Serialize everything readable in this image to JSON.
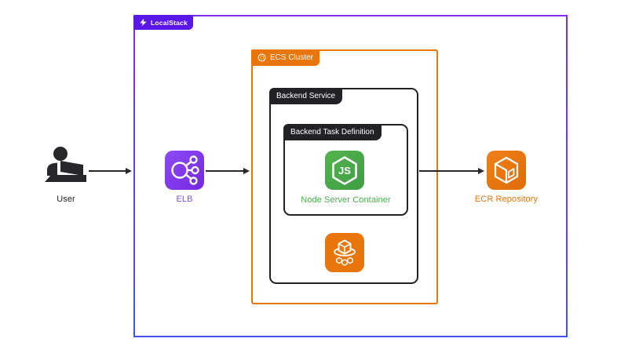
{
  "localstack": {
    "label": "LocalStack"
  },
  "groups": {
    "ecs_cluster": {
      "label": "ECS Cluster"
    },
    "backend_service": {
      "label": "Backend Service"
    },
    "backend_task_definition": {
      "label": "Backend Task Definition"
    }
  },
  "nodes": {
    "user": {
      "label": "User"
    },
    "elb": {
      "label": "ELB"
    },
    "node_container": {
      "label": "Node Server Container"
    },
    "ecr": {
      "label": "ECR Repository"
    }
  },
  "colors": {
    "orange": "#E8760D",
    "node_green": "#4AA94C",
    "node_label_green": "#4CAF50",
    "elb_purple": "#7C4DE8",
    "localstack_tab_purple": "#5A17E8",
    "outer_border_top": "#7B2FE8",
    "outer_border_bottom": "#4453E8",
    "arrow_black": "#26262B"
  }
}
